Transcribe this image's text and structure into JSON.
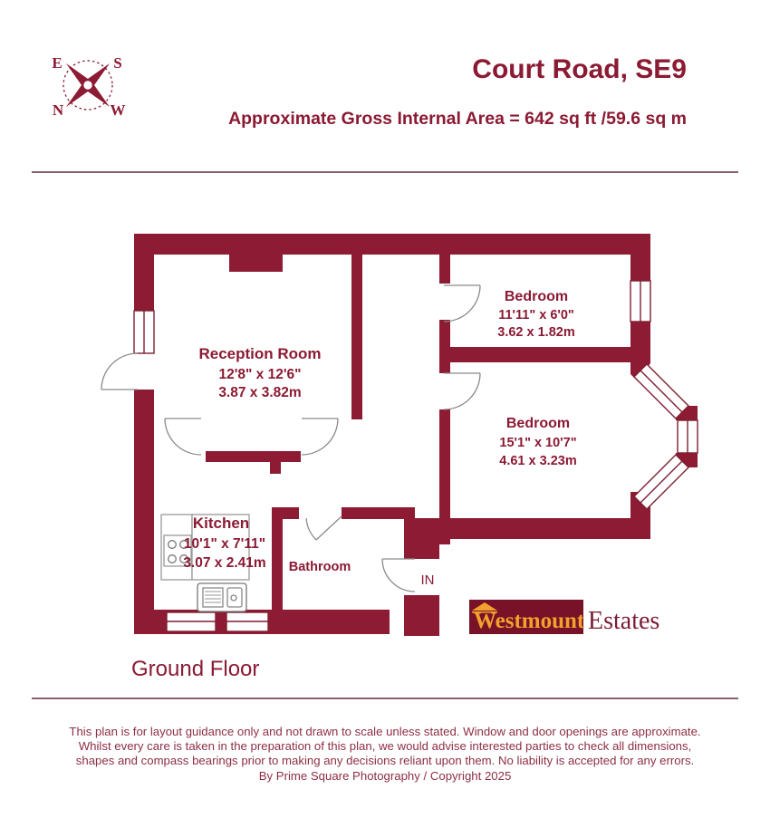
{
  "header": {
    "title": "Court Road, SE9",
    "subtitle": "Approximate Gross Internal Area = 642 sq ft /59.6 sq m"
  },
  "compass": {
    "e": "E",
    "s": "S",
    "n": "N",
    "w": "W"
  },
  "floorplan": {
    "floor_label": "Ground Floor",
    "entrance_label": "IN",
    "rooms": [
      {
        "name": "Reception Room",
        "dims_imperial": "12'8\" x 12'6\"",
        "dims_metric": "3.87 x 3.82m"
      },
      {
        "name": "Bedroom",
        "dims_imperial": "11'11\" x 6'0\"",
        "dims_metric": "3.62 x 1.82m"
      },
      {
        "name": "Bedroom",
        "dims_imperial": "15'1\" x 10'7\"",
        "dims_metric": "4.61 x 3.23m"
      },
      {
        "name": "Kitchen",
        "dims_imperial": "10'1\" x 7'11\"",
        "dims_metric": "3.07 x 2.41m"
      },
      {
        "name": "Bathroom"
      }
    ]
  },
  "logo": {
    "primary": "Westmount",
    "secondary": "Estates"
  },
  "disclaimer": {
    "line1": "This plan is for layout guidance only and not drawn to scale unless stated. Window and door openings are approximate.",
    "line2": "Whilst every care is taken in the preparation of this plan, we would advise interested parties to check all dimensions,",
    "line3": "shapes and compass bearings prior to making any decisions reliant upon them. No liability is accepted for any errors.",
    "line4": "By Prime Square Photography / Copyright 2025"
  },
  "colors": {
    "wall": "#8c1b33",
    "text": "#8b1a33",
    "logo_bg": "#771228",
    "logo_gold": "#f2a02e",
    "logo_secondary_text": "#7a1b33"
  }
}
